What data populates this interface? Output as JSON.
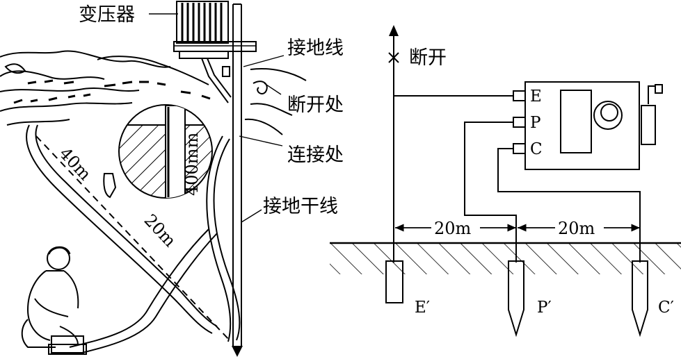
{
  "left": {
    "labels": {
      "transformer": "变压器",
      "ground_wire": "接地线",
      "disconnect_point": "断开处",
      "connection_point": "连接处",
      "ground_trunk": "接地干线"
    },
    "dimensions": {
      "d40": "40m",
      "d20": "20m",
      "depth": "400mm"
    }
  },
  "right": {
    "labels": {
      "disconnect": "断开"
    },
    "terminals": {
      "e": "E",
      "p": "P",
      "c": "C"
    },
    "electrodes": {
      "e": "E′",
      "p": "P′",
      "c": "C′"
    },
    "dimensions": {
      "d1": "20m",
      "d2": "20m"
    }
  }
}
